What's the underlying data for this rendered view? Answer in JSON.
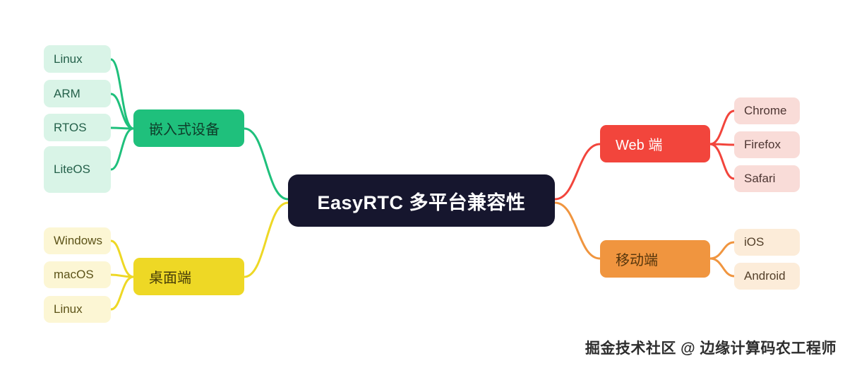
{
  "title": "EasyRTC 多平台兼容性",
  "watermark": "掘金技术社区 @ 边缘计算码农工程师",
  "center": {
    "bg": "#16162e",
    "text_color": "#ffffff"
  },
  "branches": {
    "embedded": {
      "label": "嵌入式设备",
      "children": [
        "Linux",
        "ARM",
        "RTOS",
        "LiteOS"
      ],
      "colors": {
        "main_bg": "#1fc07c",
        "main_text": "#0e3d2a",
        "leaf_bg": "#d9f4e7",
        "leaf_text": "#24604a",
        "line": "#1fc07c"
      }
    },
    "desktop": {
      "label": "桌面端",
      "children": [
        "Windows",
        "macOS",
        "Linux"
      ],
      "colors": {
        "main_bg": "#eed825",
        "main_text": "#453c08",
        "leaf_bg": "#fcf6d4",
        "leaf_text": "#5c5318",
        "line": "#eed825"
      }
    },
    "web": {
      "label": "Web 端",
      "children": [
        "Chrome",
        "Firefox",
        "Safari"
      ],
      "colors": {
        "main_bg": "#f2453c",
        "main_text": "#ffffff",
        "leaf_bg": "#f9dcd8",
        "leaf_text": "#4e3633",
        "line": "#f2453c"
      }
    },
    "mobile": {
      "label": "移动端",
      "children": [
        "iOS",
        "Android"
      ],
      "colors": {
        "main_bg": "#f0953f",
        "main_text": "#54350c",
        "leaf_bg": "#fcecd9",
        "leaf_text": "#54402a",
        "line": "#f0953f"
      }
    }
  }
}
